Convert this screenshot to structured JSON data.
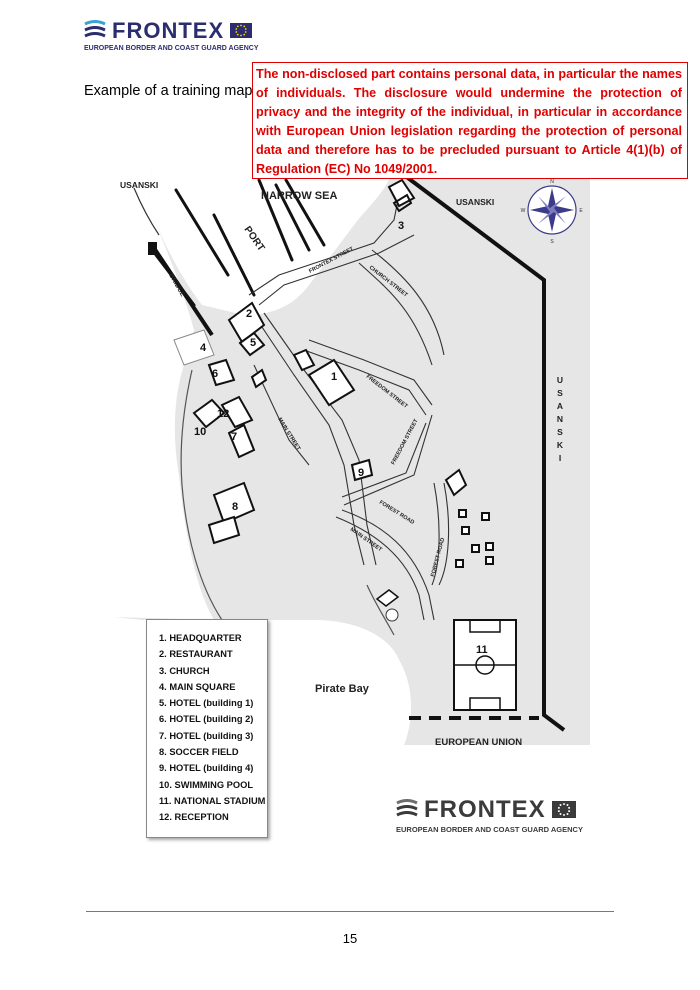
{
  "header_logo": {
    "wordmark": "FRONTEX",
    "subtitle": "EUROPEAN BORDER AND COAST GUARD AGENCY"
  },
  "caption": "Example of a training map",
  "redaction_notice": "The non-disclosed part contains personal data, in particular the names of individuals. The disclosure would undermine the protection of privacy and the integrity of the individual, in particular in accordance with European Union legislation regarding the protection of personal data and therefore has to be precluded pursuant to Article 4(1)(b) of Regulation (EC) No 1049/2001.",
  "map": {
    "labels": {
      "usanski_nw": "USANSKI",
      "narrow_sea": "NARROW SEA",
      "usanski_ne": "USANSKI",
      "port": "PORT",
      "bridge": "BRIDGE",
      "frontex_street": "FRONTEX STREET",
      "church_street": "CHURCH STREET",
      "freedom_street_1": "FREEDOM STREET",
      "freedom_street_2": "FREEDOM STREET",
      "main_street_1": "MAIN STREET",
      "main_street_2": "MAIN STREET",
      "forest_road_1": "FOREST ROAD",
      "forest_road_2": "FOREST ROAD",
      "usanski_east": "USANSKI",
      "pirate_bay": "Pirate Bay",
      "european_union": "EUROPEAN UNION"
    },
    "compass": {
      "n": "N",
      "s": "S",
      "e": "E",
      "w": "W"
    },
    "numbers": {
      "n1": "1",
      "n2": "2",
      "n3": "3",
      "n4": "4",
      "n5": "5",
      "n6": "6",
      "n7": "7",
      "n8": "8",
      "n9": "9",
      "n10": "10",
      "n11": "11",
      "n12": "12"
    }
  },
  "legend": {
    "items": [
      "1. HEADQUARTER",
      "2. RESTAURANT",
      "3. CHURCH",
      "4. MAIN SQUARE",
      "5. HOTEL (building 1)",
      "6. HOTEL (building 2)",
      "7. HOTEL (building 3)",
      "8. SOCCER FIELD",
      "9. HOTEL (building 4)",
      "10. SWIMMING POOL",
      "11. NATIONAL STADIUM",
      "12. RECEPTION"
    ]
  },
  "footer_logo": {
    "wordmark": "FRONTEX",
    "subtitle": "EUROPEAN BORDER AND COAST GUARD AGENCY"
  },
  "page_number": "15",
  "colors": {
    "brand_navy": "#2b2d6e",
    "redaction_red": "#e00000",
    "map_grey": "#e6e6e6",
    "footer_rule": "#4f81bd"
  }
}
